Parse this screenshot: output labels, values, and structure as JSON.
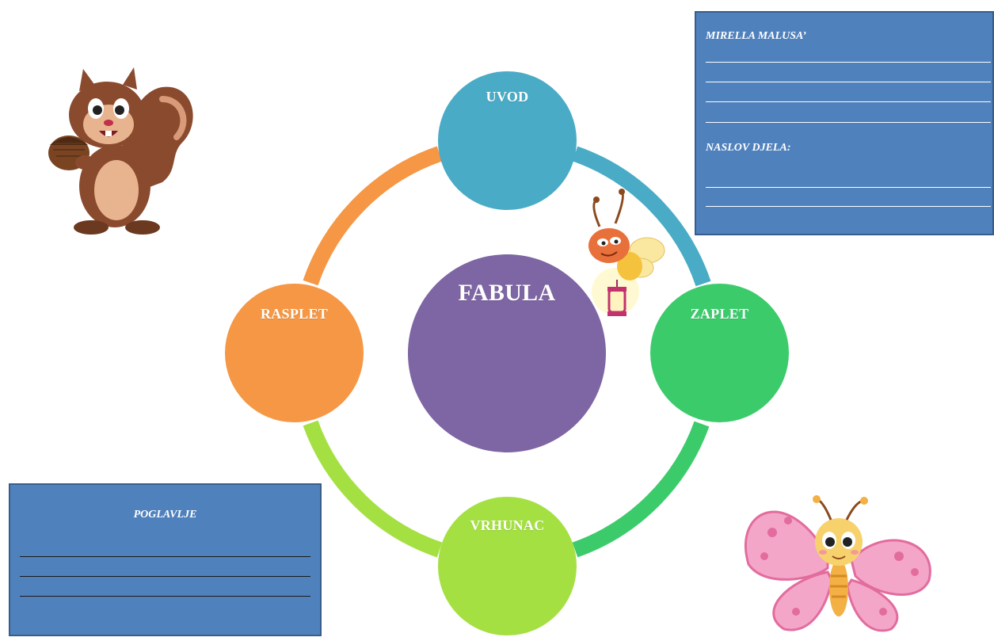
{
  "diagram": {
    "center": {
      "label": "FABULA",
      "color": "#7e65a3"
    },
    "stages": [
      {
        "id": "uvod",
        "label": "UVOD",
        "color": "#4aabc6"
      },
      {
        "id": "zaplet",
        "label": "ZAPLET",
        "color": "#3ccb6b"
      },
      {
        "id": "vrhunac",
        "label": "VRHUNAC",
        "color": "#a5e043"
      },
      {
        "id": "rasplet",
        "label": "RASPLET",
        "color": "#f59744"
      }
    ]
  },
  "author_box": {
    "author": "MIRELLA MALUSA’",
    "title_label": "NASLOV DJELA:",
    "color": "#4f81bd"
  },
  "chapter_box": {
    "label": "POGLAVLJE",
    "color": "#4f81bd"
  },
  "illustrations": {
    "squirrel": "squirrel-illustration",
    "firefly": "firefly-illustration",
    "butterfly": "butterfly-illustration"
  }
}
